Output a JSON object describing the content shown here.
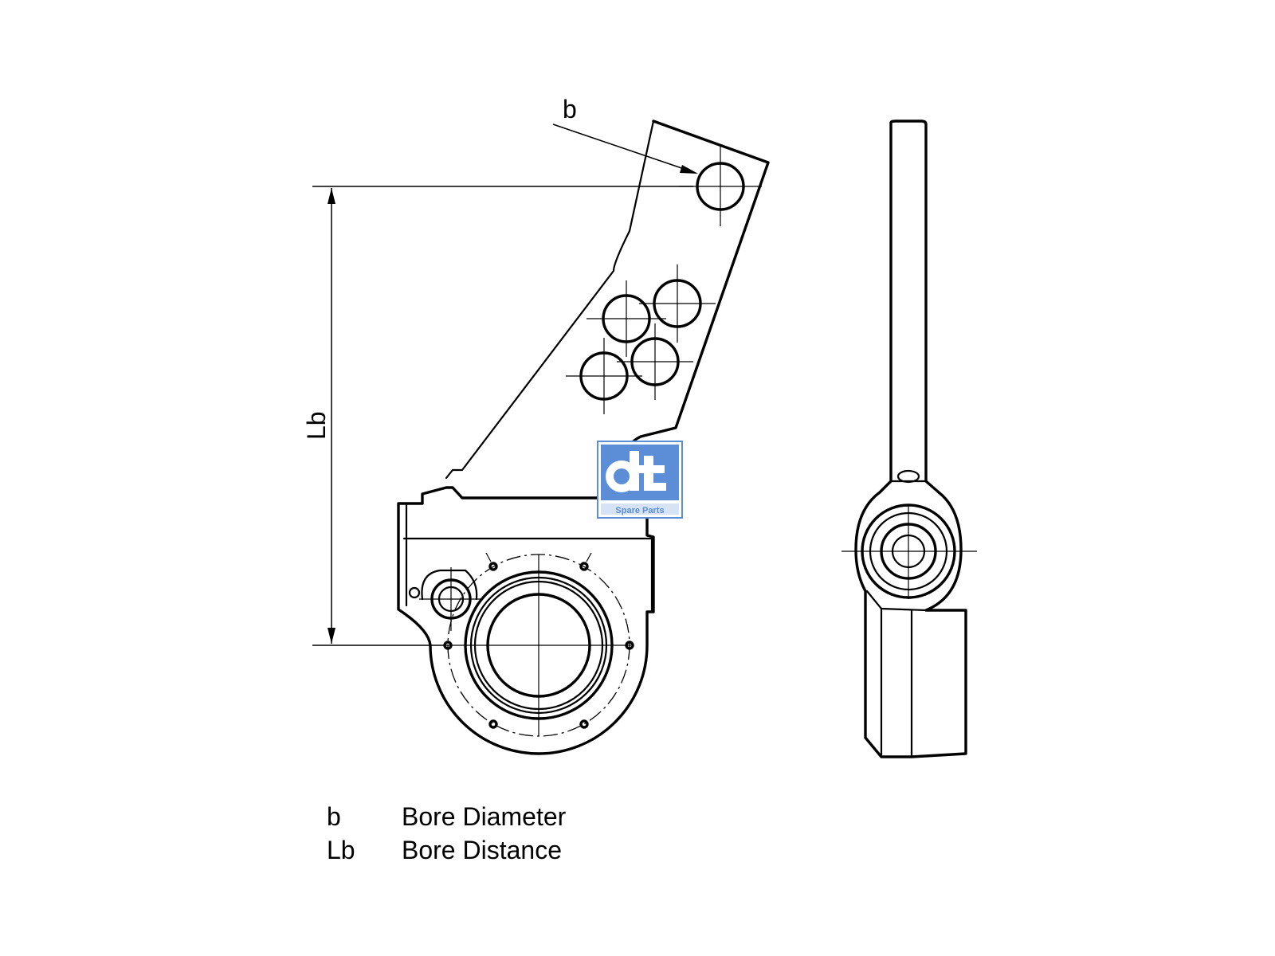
{
  "dimension_labels": {
    "bore_diameter": "b",
    "bore_distance": "Lb"
  },
  "legend": [
    {
      "symbol": "b",
      "description": "Bore Diameter"
    },
    {
      "symbol": "Lb",
      "description": "Bore Distance"
    }
  ],
  "logo": {
    "mark": "dt",
    "caption": "Spare Parts",
    "color": "#5b8ed6"
  },
  "colors": {
    "line": "#000000",
    "background": "#ffffff"
  }
}
